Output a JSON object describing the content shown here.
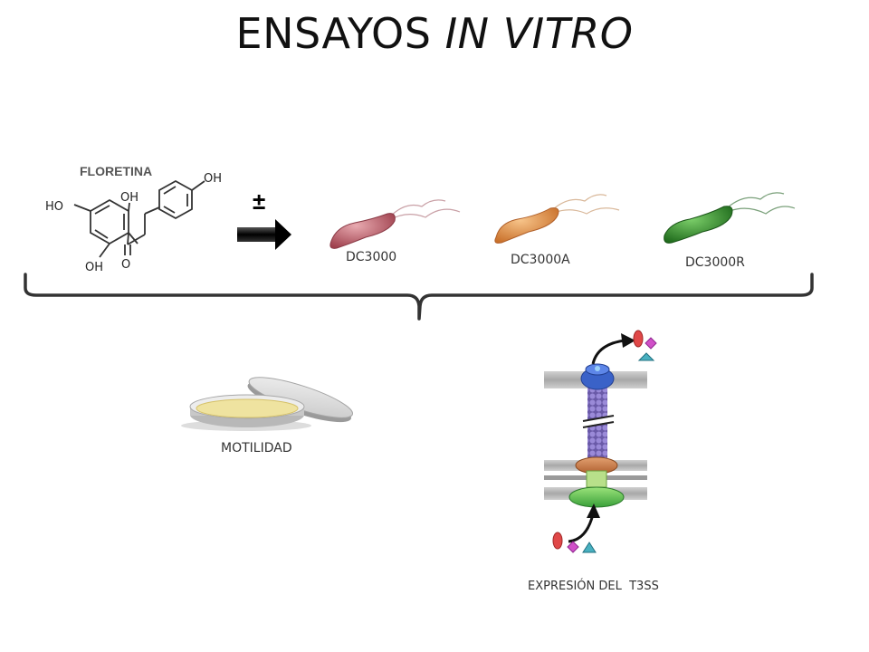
{
  "title": {
    "main": "ENSAYOS ",
    "italic": "IN VITRO"
  },
  "compound": {
    "name": "FLORETINA",
    "groups": {
      "oh_left": "HO",
      "oh_top": "OH",
      "oh_bottom": "OH",
      "oh_right": "OH",
      "carbonyl": "O"
    }
  },
  "treatment_symbol": "±",
  "strains": [
    {
      "label": "DC3000",
      "color": "#b85a66"
    },
    {
      "label": "DC3000A",
      "color": "#e08a3c"
    },
    {
      "label": "DC3000R",
      "color": "#2f8a2a"
    }
  ],
  "assays": {
    "motility": "MOTILIDAD",
    "t3ss": "EXPRESIÓN DEL  T3SS"
  }
}
